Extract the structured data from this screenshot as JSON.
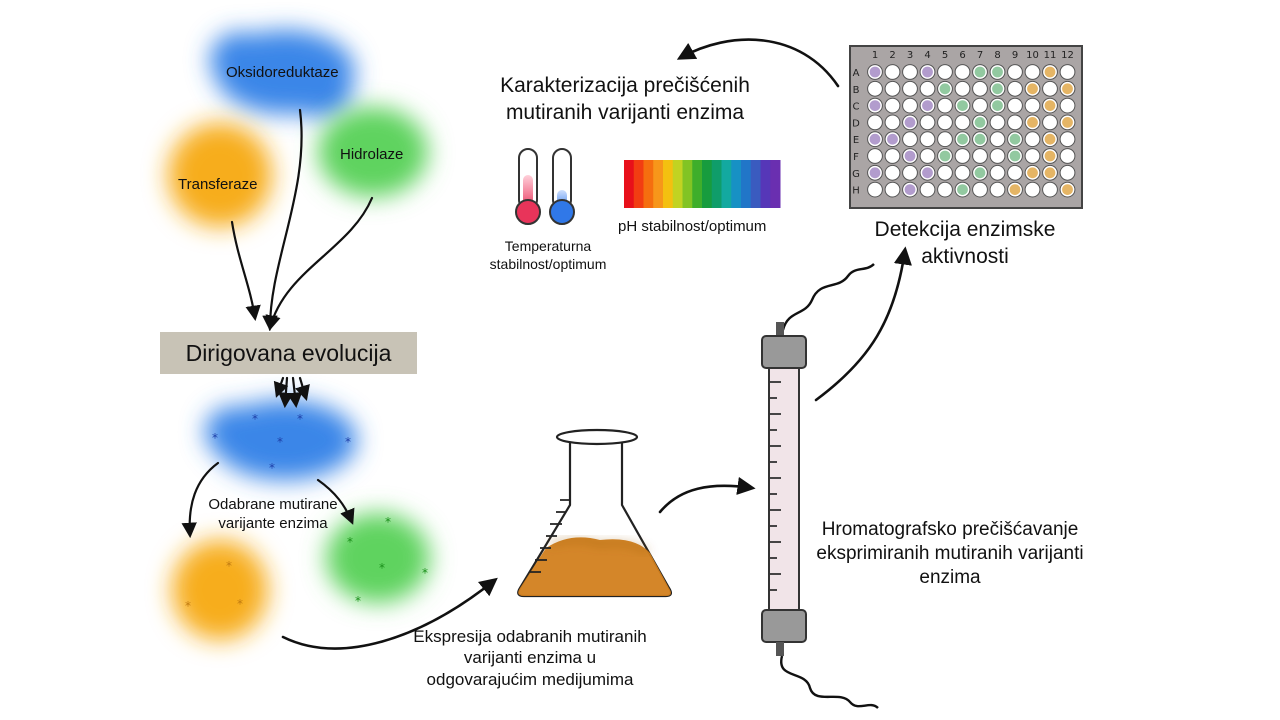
{
  "classes": {
    "oxido": "Oksidoreduktaze",
    "hydro": "Hidrolaze",
    "trans": "Transferaze"
  },
  "directed_evolution": "Dirigovana evolucija",
  "selected_variants": "Odabrane mutirane varijante enzima",
  "expression": "Ekspresija odabranih mutiranih varijanti enzima u odgovarajućim medijumima",
  "chromatography": "Hromatografsko prečišćavanje eksprimiranih mutiranih varijanti enzima",
  "detection": "Detekcija enzimske aktivnosti",
  "characterization": "Karakterizacija prečišćenih mutiranih varijanti enzima",
  "temperature": "Temperaturna stabilnost/optimum",
  "ph": "pH stabilnost/optimum",
  "plate": {
    "columns": [
      "1",
      "2",
      "3",
      "4",
      "5",
      "6",
      "7",
      "8",
      "9",
      "10",
      "11",
      "12"
    ],
    "rows": [
      "A",
      "B",
      "C",
      "D",
      "E",
      "F",
      "G",
      "H"
    ]
  },
  "colors": {
    "blue": "#3a86e8",
    "green": "#5fd35f",
    "orange": "#f7ad1e",
    "medium": "#d27f1e",
    "box": "#c8c3b6",
    "plate": "#aaa5a5",
    "well_purple": "#a58bc4",
    "well_green": "#7fbf8f",
    "well_orange": "#e0a84a",
    "ph_scale": [
      "#e8101a",
      "#f23d12",
      "#f56e0f",
      "#f7961a",
      "#f4c010",
      "#c2d322",
      "#82c424",
      "#3fae2b",
      "#179c3e",
      "#0f9d6a",
      "#13a9a0",
      "#1791c4",
      "#2176c8",
      "#3a5bbf",
      "#5637b8",
      "#6a2fb0"
    ]
  }
}
